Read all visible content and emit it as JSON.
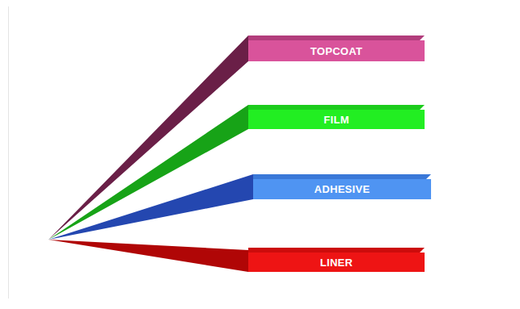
{
  "diagram": {
    "nodes": [
      {
        "text": [
          "TOPCOAT"
        ]
      },
      {
        "text": [
          "FILM"
        ]
      },
      {
        "text": [
          "ADHESIVE"
        ]
      },
      {
        "text": [
          "LINER"
        ]
      }
    ]
  }
}
